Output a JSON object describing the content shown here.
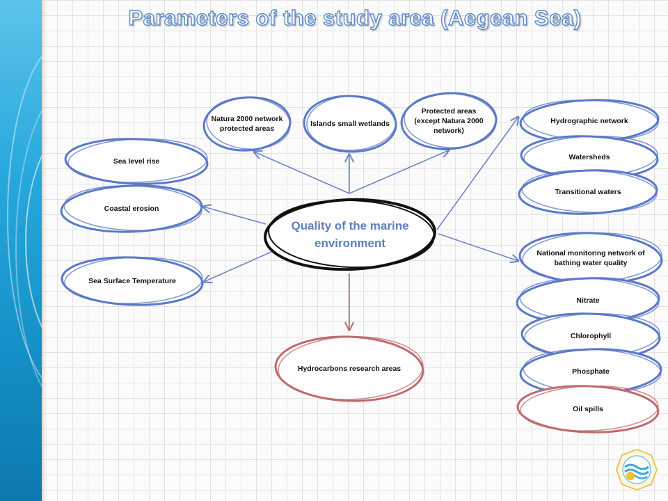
{
  "title": "Parameters of the study area  (Aegean Sea)",
  "colors": {
    "blue_node": "#5b78c8",
    "red_node": "#c06a6e",
    "central_border": "#111111",
    "central_text": "#5b7fc0",
    "arrow_blue": "#6a86c8",
    "arrow_red": "#b86a6a"
  },
  "central": {
    "lines": [
      "Quality of the marine",
      "environment"
    ]
  },
  "nodes": {
    "natura": [
      "Natura 2000 network",
      "protected areas"
    ],
    "islands": [
      "Islands small wetlands"
    ],
    "protected": [
      "Protected areas",
      "(except Natura 2000",
      "network)"
    ],
    "sea_level": [
      "Sea level rise"
    ],
    "coastal": [
      "Coastal erosion"
    ],
    "sst": [
      "Sea Surface Temperature"
    ],
    "hydrocarbons": [
      "Hydrocarbons research areas"
    ],
    "hydrographic": [
      "Hydrographic network"
    ],
    "watersheds": [
      "Watersheds"
    ],
    "transitional": [
      "Transitional waters"
    ],
    "bathing": [
      "National monitoring network of",
      "bathing water quality"
    ],
    "nitrate": [
      "Nitrate"
    ],
    "chlorophyll": [
      "Chlorophyll"
    ],
    "phosphate": [
      "Phosphate"
    ],
    "oil": [
      "Oil spills"
    ]
  },
  "logo_icon": "sun-sea-emblem-icon"
}
